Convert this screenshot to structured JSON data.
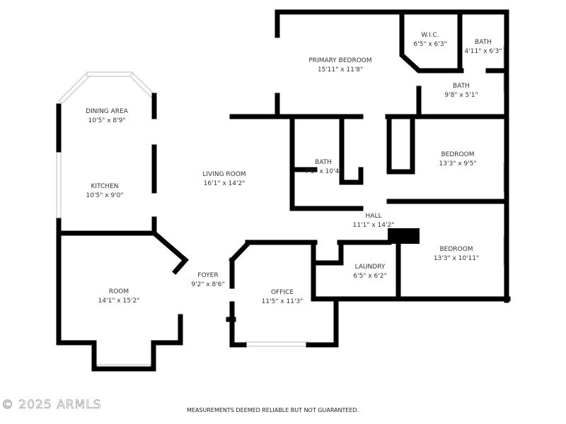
{
  "rooms": {
    "primary_bedroom": {
      "name": "PRIMARY BEDROOM",
      "size": "15'11\" x 11'8\""
    },
    "wic": {
      "name": "W.I.C.",
      "size": "6'5\" x 6'3\""
    },
    "bath_primary": {
      "name": "BATH",
      "size": "4'11\" x 6'3\""
    },
    "bath_2": {
      "name": "BATH",
      "size": "9'8\" x 5'1\""
    },
    "bath_hall": {
      "name": "BATH",
      "size": "7'6\" x 10'4\""
    },
    "bedroom_1": {
      "name": "BEDROOM",
      "size": "13'3\" x 9'5\""
    },
    "bedroom_2": {
      "name": "BEDROOM",
      "size": "13'3\" x 10'11\""
    },
    "hall": {
      "name": "HALL",
      "size": "11'1\" x 14'2\""
    },
    "laundry": {
      "name": "LAUNDRY",
      "size": "6'5\" x 6'2\""
    },
    "living_room": {
      "name": "LIVING ROOM",
      "size": "16'1\" x 14'2\""
    },
    "dining_area": {
      "name": "DINING AREA",
      "size": "10'5\" x 8'9\""
    },
    "kitchen": {
      "name": "KITCHEN",
      "size": "10'5\" x 9'0\""
    },
    "room": {
      "name": "ROOM",
      "size": "14'1\" x 15'2\""
    },
    "foyer": {
      "name": "FOYER",
      "size": "9'2\" x 8'6\""
    },
    "office": {
      "name": "OFFICE",
      "size": "11'5\" x 11'3\""
    }
  },
  "watermark": "© 2025 ARMLS",
  "disclaimer": "MEASUREMENTS DEEMED RELIABLE BUT NOT GUARANTEED."
}
